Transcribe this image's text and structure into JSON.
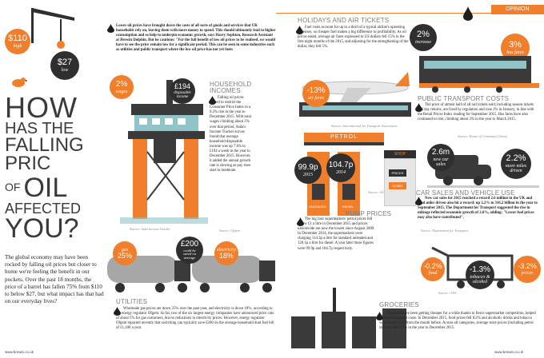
{
  "section_label": "OPINION",
  "left": {
    "badge_110": {
      "value": "$110",
      "label": "high"
    },
    "badge_27": {
      "value": "$27",
      "label": "low"
    },
    "title_lines": [
      "HOW",
      "HAS THE",
      "FALLING",
      "PRIC",
      "OF",
      "OIL",
      "AFFECTED",
      "YOU?"
    ],
    "intro": "The global economy may have been rocked by falling oil prices but closer to home we're feeling the benefit in our pockets. Over the past 18 months, the price of a barrel has fallen 75% from $110 to below $27, but what impact has that had on our everyday lives?"
  },
  "center_top": {
    "intro_bold": "Lower oil prices have brought down the costs of all sorts of goods and services that UK households rely on, leaving them with more money to spend. This should ultimately lead to higher consumption and so help to underpin economic growth, says Harry Sephton, Research Assistant at Brewin Dolphin. But he cautions: \"For the full benefit of low oil prices to be realised, we would have to see the price remain low for a significant period. This can be seen in some industries such as utilities and public transport where the low oil price has not yet been"
  },
  "household": {
    "wages": {
      "value": "2%",
      "label": "wages"
    },
    "disposable": {
      "value": "£194",
      "label": "disposable income"
    },
    "heading": "HOUSEHOLD INCOMES",
    "body": "Falling oil prices helped to restrict the Consumer Price Index to a 0.2% rise in the year to December 2015. With total wages climbing about 2% over that period, Asda's Income Tracker survey found that average household disposable income was up 7.6% to £194 a week in the year to December 2015. However, it added the annual growth rate is slowing as pay rises start to moderate.",
    "source": "Source: Asda Income Tracker"
  },
  "utilities": {
    "gas": {
      "value": "gas",
      "label": "25%"
    },
    "electricity": {
      "value": "electricity",
      "label": "18%"
    },
    "saved": {
      "value": "£200",
      "label": "could be saved on average"
    },
    "source": "Source: Ofgem",
    "heading": "UTILITIES",
    "body": "Wholesale gas prices are down 25% over the past year, and electricity is down 18%, according to the energy regulator Ofgem. So far, two of the six largest energy companies have announced price cuts of about 5% for gas customers, but no reductions in electricity prices. However, energy regulator Ofgem reported recently that switching can typically save £200 on the average household dual fuel bill of £1,100 a year."
  },
  "holidays": {
    "heading": "HOLIDAYS AND AIR TICKETS",
    "body": "Fuel costs account for up to a third of a typical airline's operating expenses, so cheaper fuel makes a big difference to profitability. As oil prices eased, average air fares expressed in US dollars fell 15% in the first eight months of the 2015, and adjusting for the strengthening of the dollar, they fell 5%.",
    "airfares": {
      "value": "-13%",
      "label": "air fares"
    },
    "source": "Source: International Air Transport Association"
  },
  "pump": {
    "petrol_sign": "PETROL",
    "shop_sign": "SHOP",
    "prices_sign": "PRICES",
    "down_sign": "DOWN",
    "pr2015": {
      "value": "99.9p",
      "label": "2015"
    },
    "pr2014": {
      "value": "104.7p",
      "label": "2014"
    },
    "unleaded": "UNLEADED",
    "diesel": "DIESEL",
    "source": "Source: AA",
    "heading": "PUMP PRICES",
    "body": "The big four supermarkets' petrol prices fell below £1 a litre in December 2015 and prices nationwide are now the lowest since August 2009. In December 2014, the supermarkets were charging 114.3p a litre for standard unleaded and 120.1p a litre for diesel. A year later those figures were 99.9p and 104.7p respectively."
  },
  "public": {
    "increase": {
      "value": "2%",
      "label": "increase"
    },
    "bus_fares": {
      "value": "3%",
      "label": "bus fares"
    },
    "heading": "PUBLIC TRANSPORT COSTS",
    "body": "The price of almost half of all rail tickets sold, including season tickets and day returns, are fixed by regulation and rose 1% in January, in line with the Retail Prices Index reading for September 2015. Bus fares have also continued to rise, climbing about 3% in the year to March 2015.",
    "source": "Source: House of Commons Library"
  },
  "cars": {
    "sales": {
      "value": "2.6m",
      "label": "new car sales"
    },
    "miles": {
      "value": "2.2%",
      "label": "more miles driven"
    },
    "heading": "CAR SALES AND VEHICLE USE",
    "body": "New car sales for 2015 reached a record 2.6 million in the UK and total miles driven also hit a record: up 2.2% to 316.2 billion in the year to September 2015. The Department for Transport suggested the rise in mileage reflected economic growth of 2.6%, adding: \"Lower fuel prices may also have contributed\".",
    "source": "Source: Department for Transport"
  },
  "groceries": {
    "food": {
      "value": "-0.2%",
      "label": "food"
    },
    "alcohol": {
      "value": "-1.3%",
      "label": "tobacco & alcohol"
    },
    "prices": {
      "value": "-3.2%",
      "label": "prices"
    },
    "source": "Source: ONS",
    "heading": "GROCERIES",
    "body": "Groceries have been getting cheaper for a while thanks to fierce supermarket competition, helped by lower transport costs. In December 2015, food prices fell 0.2% and alcoholic drinks and tobacco were down 1.3% from the month before. Across all categories, average store prices (including petrol stations) fell 3.2% in the year to December 2015."
  },
  "footer": {
    "left": "www.brewin.co.uk",
    "right": "www.brewin.co.uk"
  },
  "colors": {
    "orange": "#f07e2a",
    "dark": "#2f2f2f",
    "gray": "#7c7c7c",
    "teal": "#8fc5c8"
  }
}
